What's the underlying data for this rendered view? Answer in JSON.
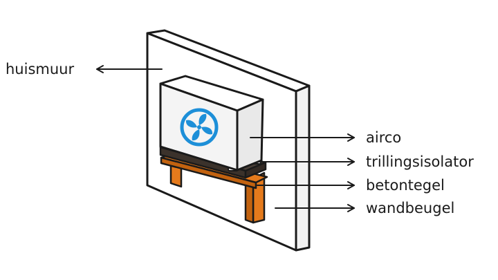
{
  "labels": {
    "huismuur": "huismuur",
    "airco": "airco",
    "trillingsisolator": "trillingsisolator",
    "betontegel": "betontegel",
    "wandbeugel": "wandbeugel"
  },
  "icons": {
    "fan": "fan-icon"
  },
  "colors": {
    "outline": "#1a1a1a",
    "wall": "#ffffff",
    "wall_side": "#f2f2f2",
    "unit_face": "#f4f4f4",
    "unit_side": "#e9e9e9",
    "concrete": "#4a3f37",
    "bracket": "#e57a1c",
    "bracket_dark": "#c2620f",
    "fan": "#1d8fd8"
  }
}
